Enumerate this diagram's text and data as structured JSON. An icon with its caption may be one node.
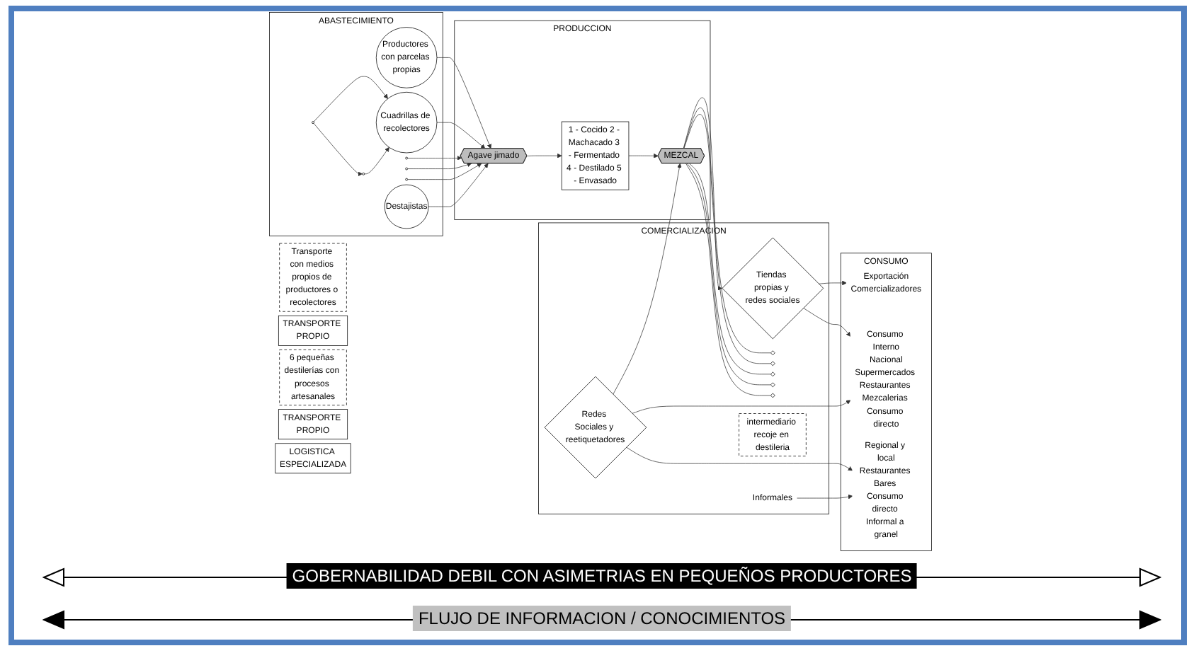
{
  "diagram": {
    "nodes": [
      {
        "text": [
          "ABASTECIMIENTO"
        ]
      },
      {
        "text": [
          "Productores con parcelas propias"
        ],
        "in": 0
      },
      {
        "text": [],
        "shape": "circle",
        "in": 0
      },
      {
        "text": [
          "Cuadrillas de recolectores"
        ],
        "in": 0
      },
      {
        "text": [],
        "shape": "circle",
        "in": 0
      },
      {
        "text": [],
        "shape": "circle",
        "in": 0
      },
      {
        "text": [],
        "shape": "circle",
        "in": 0
      },
      {
        "text": [],
        "shape": "circle",
        "in": 0
      },
      {
        "text": [
          "Destajistas"
        ],
        "in": 0
      },
      {
        "text": [
          "Transporte con medios propios de productores o recolectores"
        ]
      },
      {
        "text": [
          "TRANSPORTE PROPIO"
        ]
      },
      {
        "text": [
          "PRODUCCION"
        ]
      },
      {
        "text": [
          "Agave jimado"
        ],
        "in": 11
      },
      {
        "text": [
          "1 - Cocido 2 - Machacado 3 - Fermentado 4 - Destilado 5 - Envasado"
        ],
        "in": 11
      },
      {
        "text": [
          "MEZCAL"
        ],
        "in": 11
      },
      {
        "text": [
          "6 pequeñas destilerías con procesos artesanales"
        ]
      },
      {
        "text": [
          "TRANSPORTE PROPIO"
        ]
      },
      {
        "text": [
          "COMERCIALIZACION"
        ]
      },
      {
        "text": [
          "Tiendas propias y redes sociales"
        ],
        "in": 17
      },
      {
        "text": [
          "Redes Sociales y reetiquetadores"
        ],
        "in": 17
      },
      {
        "text": [],
        "shape": "diamond",
        "in": 17
      },
      {
        "text": [],
        "shape": "diamond",
        "in": 17
      },
      {
        "text": [],
        "shape": "diamond",
        "in": 17
      },
      {
        "text": [],
        "shape": "diamond",
        "in": 17
      },
      {
        "text": [],
        "shape": "diamond",
        "in": 17
      },
      {
        "text": [
          "Informales"
        ],
        "in": 17
      },
      {
        "text": [
          "intermediario recoje en destileria"
        ],
        "in": 17
      },
      {
        "text": [
          "LOGISTICA ESPECIALIZADA"
        ]
      },
      {
        "text": [
          "CONSUMO"
        ]
      },
      {
        "text": [
          "Exportación",
          "Comercializadores"
        ],
        "in": 28
      },
      {
        "text": [
          "Consumo Interno",
          "Nacional",
          "Supermercados Restaurantes Mezcalerias Consumo directo"
        ],
        "in": 28
      },
      {
        "text": [
          "Regional y local",
          "Restaurantes Bares Consumo directo Informal a granel"
        ],
        "in": 28
      }
    ],
    "edges": [
      {
        "from": 1,
        "to": 12,
        "arrow": "to"
      },
      {
        "from": 2,
        "to": 3,
        "arrow": "to"
      },
      {
        "from": 2,
        "to": 4,
        "arrow": "to"
      },
      {
        "from": 4,
        "to": 3,
        "arrow": "to"
      },
      {
        "from": 3,
        "to": 12,
        "arrow": "to"
      },
      {
        "from": 5,
        "to": 12,
        "arrow": "to"
      },
      {
        "from": 6,
        "to": 12,
        "arrow": "to"
      },
      {
        "from": 7,
        "to": 12,
        "arrow": "to"
      },
      {
        "from": 8,
        "to": 12,
        "arrow": "to"
      },
      {
        "from": 12,
        "to": 13,
        "arrow": "to"
      },
      {
        "from": 13,
        "to": 14,
        "arrow": "to"
      },
      {
        "from": 14,
        "to": 18,
        "arrow": "to"
      },
      {
        "from": 19,
        "to": 14,
        "arrow": "to"
      },
      {
        "from": 14,
        "to": 20,
        "arrow": "none"
      },
      {
        "from": 14,
        "to": 21,
        "arrow": "none"
      },
      {
        "from": 14,
        "to": 22,
        "arrow": "none"
      },
      {
        "from": 14,
        "to": 23,
        "arrow": "none"
      },
      {
        "from": 14,
        "to": 24,
        "arrow": "none"
      },
      {
        "from": 18,
        "to": 29,
        "arrow": "to"
      },
      {
        "from": 18,
        "to": 30,
        "arrow": "to"
      },
      {
        "from": 19,
        "to": 30,
        "arrow": "to"
      },
      {
        "from": 19,
        "to": 31,
        "arrow": "to"
      },
      {
        "from": 25,
        "to": 31,
        "arrow": "to"
      }
    ],
    "labels": [
      "GOBERNABILIDAD DEBIL CON ASIMETRIAS EN PEQUEÑOS PRODUCTORES",
      "FLUJO DE INFORMACION / CONOCIMIENTOS"
    ]
  }
}
